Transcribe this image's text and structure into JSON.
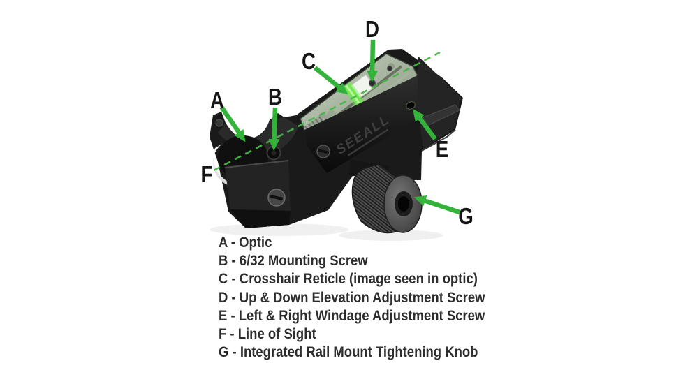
{
  "diagram": {
    "logo_text": "SEEALL",
    "colors": {
      "background": "#ffffff",
      "arrow_green": "#34b33a",
      "line_of_sight_green": "#49b549",
      "callout_letter": "#151515",
      "device_body": "#1a1a1a",
      "reticle_fiber_green": "#72e751",
      "legend_text": "#2d2d2d"
    }
  },
  "legend": {
    "items": [
      {
        "letter": "A",
        "text": "A - Optic"
      },
      {
        "letter": "B",
        "text": "B - 6/32 Mounting Screw"
      },
      {
        "letter": "C",
        "text": "C - Crosshair Reticle (image seen in optic)"
      },
      {
        "letter": "D",
        "text": "D - Up & Down Elevation Adjustment Screw"
      },
      {
        "letter": "E",
        "text": "E - Left & Right Windage Adjustment Screw"
      },
      {
        "letter": "F",
        "text": "F - Line of Sight"
      },
      {
        "letter": "G",
        "text": "G - Integrated Rail Mount Tightening Knob"
      }
    ]
  }
}
